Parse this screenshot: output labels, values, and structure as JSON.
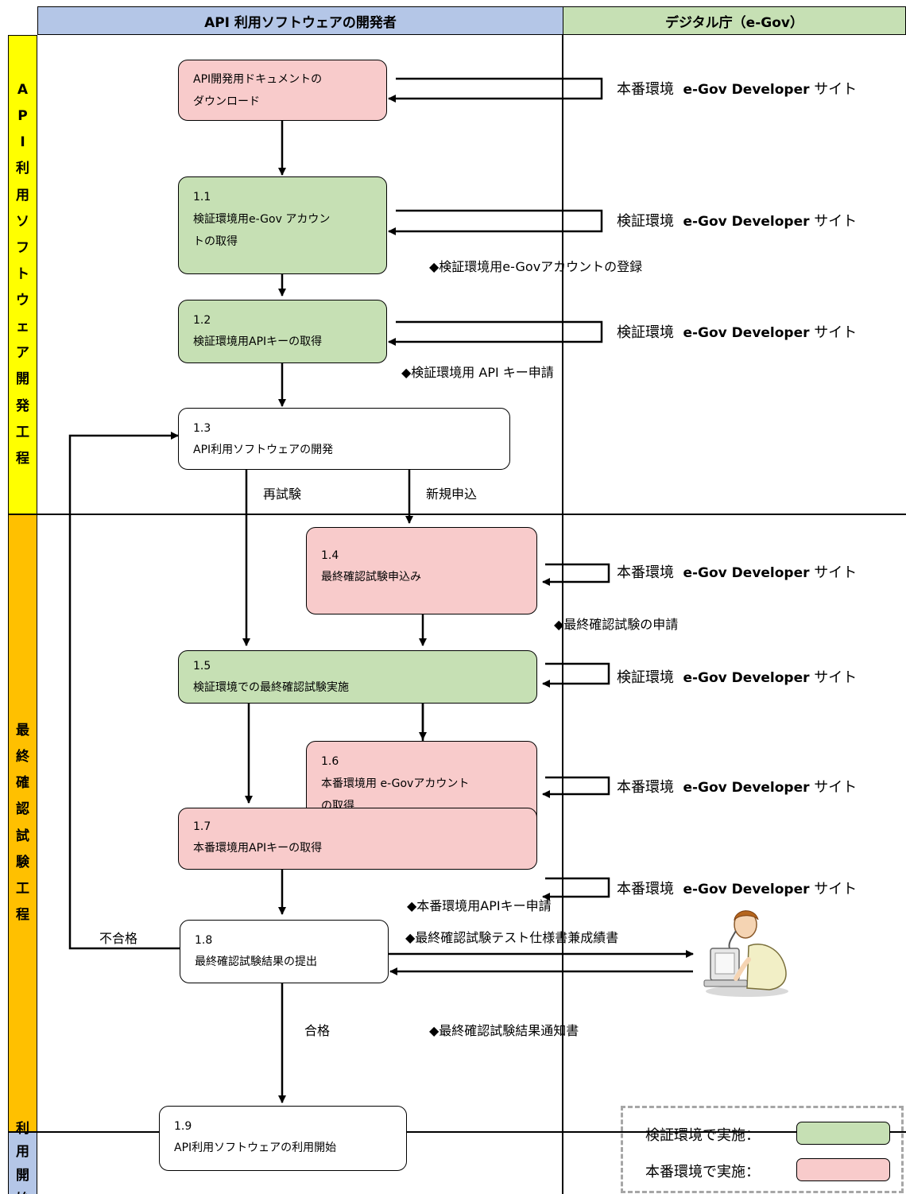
{
  "headers": {
    "developer": "API 利用ソフトウェアの開発者",
    "agency": "デジタル庁（e-Gov）"
  },
  "lanes": {
    "dev": [
      "A",
      "P",
      "I",
      "利",
      "用",
      "ソ",
      "フ",
      "ト",
      "ウ",
      "ェ",
      "ア",
      "開",
      "発",
      "工",
      "程"
    ],
    "test": [
      "最",
      "終",
      "確",
      "認",
      "試",
      "験",
      "工",
      "程"
    ],
    "use": [
      "利",
      "用",
      "開",
      "始"
    ]
  },
  "colors": {
    "header_dev": "#b4c6e7",
    "header_agency": "#c6e0b4",
    "lane_dev": "#ffff00",
    "lane_test": "#ffc000",
    "lane_use": "#b4c6e7",
    "verify": "#c6e0b4",
    "production": "#f8cbcb"
  },
  "steps": {
    "s0": {
      "num": "",
      "label": "API開発用ドキュメントの\nダウンロード"
    },
    "s11": {
      "num": "1.1",
      "label": "検証環境用e-Gov アカウン\nトの取得"
    },
    "s12": {
      "num": "1.2",
      "label": "検証環境用APIキーの取得"
    },
    "s13": {
      "num": "1.3",
      "label": "API利用ソフトウェアの開発"
    },
    "s14": {
      "num": "1.4",
      "label": "最終確認試験申込み"
    },
    "s15": {
      "num": "1.5",
      "label": "検証環境での最終確認試験実施"
    },
    "s16": {
      "num": "1.6",
      "label": "本番環境用 e-Govアカウント\nの取得"
    },
    "s17": {
      "num": "1.7",
      "label": "本番環境用APIキーの取得"
    },
    "s18": {
      "num": "1.8",
      "label": "最終確認試験結果の提出"
    },
    "s19": {
      "num": "1.9",
      "label": "API利用ソフトウェアの利用開始"
    }
  },
  "sites": {
    "prod_env": "本番環境",
    "verify_env": "検証環境",
    "developer_site": "e-Gov Developer",
    "site_suffix": "サイト"
  },
  "notes": {
    "n11": "◆検証環境用e-Govアカウントの登録",
    "n12": "◆検証環境用 API キー申請",
    "n14": "◆最終確認試験の申請",
    "n17": "◆本番環境用APIキー申請",
    "n18a": "◆最終確認試験テスト仕様書兼成績書",
    "n18b": "◆最終確認試験結果通知書"
  },
  "branches": {
    "retest": "再試験",
    "new_application": "新規申込",
    "fail": "不合格",
    "pass": "合格"
  },
  "legend": {
    "verify": "検証環境で実施：",
    "production": "本番環境で実施："
  },
  "icons": {
    "person": "person-at-computer-icon"
  }
}
